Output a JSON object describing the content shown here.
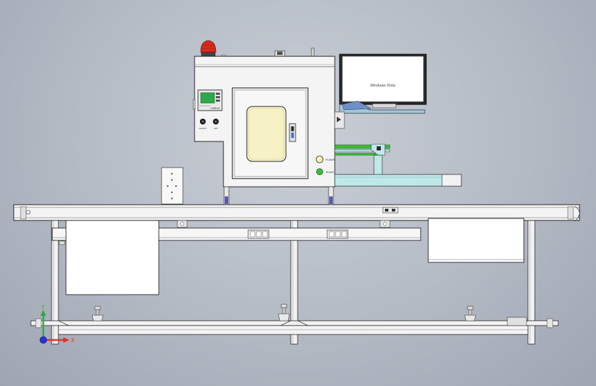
{
  "monitor": {
    "screen_text": "Windows Vista"
  },
  "machine": {
    "controller_label": "OMRON",
    "knob_left_label": "ON/OFF",
    "knob_right_label": "SET",
    "indicator_top_label": "POWER",
    "indicator_bottom_label": "READY"
  },
  "triad": {
    "x_label": "X",
    "y_label": "Y"
  },
  "colors": {
    "background": "#b4bac4",
    "controller_screen": "#2fa84a",
    "window": "#f6f2c6",
    "beacon": "#d42a1f",
    "conveyor": "#bfe9e8",
    "indicator_yellow": "#fff6b0",
    "indicator_green": "#3dbd3a",
    "accent_green": "#37c03a",
    "axis_x": "#e23222",
    "axis_y": "#2fa84a",
    "axis_z": "#2633d6"
  }
}
